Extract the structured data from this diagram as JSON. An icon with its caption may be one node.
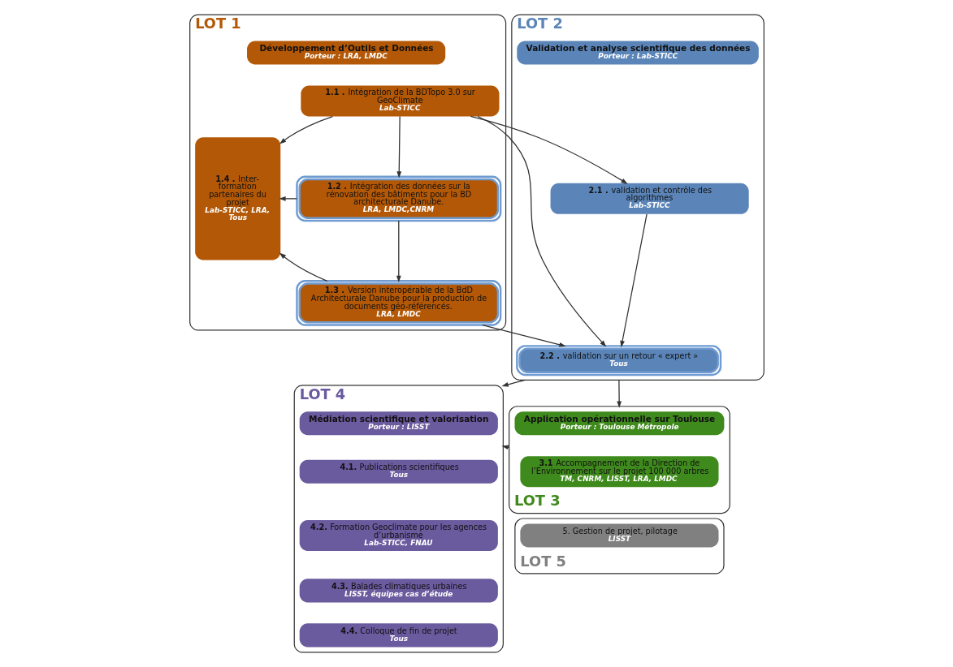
{
  "diagram": {
    "nodes": [
      {
        "text": [
          "LOT 1"
        ]
      },
      {
        "text": [
          "Développement d’Outils et Données",
          "Porteur : LRA, LMDC"
        ],
        "in": 0
      },
      {
        "text": [
          "**1.4 .** Inter-formation partenaires du projet",
          "Lab-STICC, LRA, Tous"
        ],
        "in": 0
      },
      {
        "text": [
          "**1.1 .** Intégration de la BDTopo 3.0 sur GeoClimate",
          "Lab-STICC"
        ],
        "in": 0
      },
      {
        "text": [
          "**1.2 .** Intégration des données sur la rénovation des bâtiments pour la BD architecturale Danube.",
          "LRA, LMDC,CNRM"
        ],
        "in": 0
      },
      {
        "text": [
          "**1.3 .** Version interopérable de la BdD Architecturale Danube pour la production de documents géo-référencés.",
          "LRA, LMDC"
        ],
        "in": 0
      },
      {
        "text": [
          "LOT 2"
        ]
      },
      {
        "text": [
          "Validation et analyse scientifique des données",
          "Porteur : Lab-STICC"
        ],
        "in": 6
      },
      {
        "text": [
          "**2.1 .** validation et contrôle des algorithmes",
          "Lab-STICC"
        ],
        "in": 6
      },
      {
        "text": [
          "**2.2 .** validation sur un retour « expert »",
          "Tous"
        ],
        "in": 6
      },
      {
        "text": [
          "LOT 4"
        ]
      },
      {
        "text": [
          "Médiation scientifique et valorisation",
          "Porteur : LISST"
        ],
        "in": 10
      },
      {
        "text": [
          "**4.1.** Publications scientifiques",
          "Tous"
        ],
        "in": 10
      },
      {
        "text": [
          "**4.2.** Formation Geoclimate pour les agences d’urbanisme",
          "Lab-STICC, FNAU"
        ],
        "in": 10
      },
      {
        "text": [
          "**4.3.** Balades climatiques urbaines",
          "LISST, équipes cas d’étude"
        ],
        "in": 10
      },
      {
        "text": [
          "**4.4.** Colloque de fin de projet",
          "Tous"
        ],
        "in": 10
      },
      {
        "text": [
          "LOT 3"
        ]
      },
      {
        "text": [
          "Application opérationnelle sur Toulouse",
          "Porteur : Toulouse Métropole"
        ],
        "in": 16
      },
      {
        "text": [
          "**3.1** Accompagnement de la Direction de l’Environnement sur le projet 100 000 arbres",
          "TM, CNRM, LISST, LRA, LMDC"
        ],
        "in": 16
      },
      {
        "text": [
          "LOT 5"
        ]
      },
      {
        "text": [
          "5. Gestion de projet, pilotage",
          "LISST"
        ],
        "in": 19
      }
    ],
    "edges": [
      {
        "from": 3,
        "to": 2,
        "arrow": "to"
      },
      {
        "from": 4,
        "to": 2,
        "arrow": "to"
      },
      {
        "from": 5,
        "to": 2,
        "arrow": "to"
      },
      {
        "from": 3,
        "to": 4,
        "arrow": "to"
      },
      {
        "from": 4,
        "to": 5,
        "arrow": "to"
      },
      {
        "from": 3,
        "to": 8,
        "arrow": "to"
      },
      {
        "from": 3,
        "to": 9,
        "arrow": "to"
      },
      {
        "from": 5,
        "to": 9,
        "arrow": "to"
      },
      {
        "from": 8,
        "to": 9,
        "arrow": "to"
      },
      {
        "from": 6,
        "to": 10,
        "arrow": "to"
      },
      {
        "from": 6,
        "to": 16,
        "arrow": "to"
      },
      {
        "from": 16,
        "to": 10,
        "arrow": "to"
      }
    ]
  }
}
